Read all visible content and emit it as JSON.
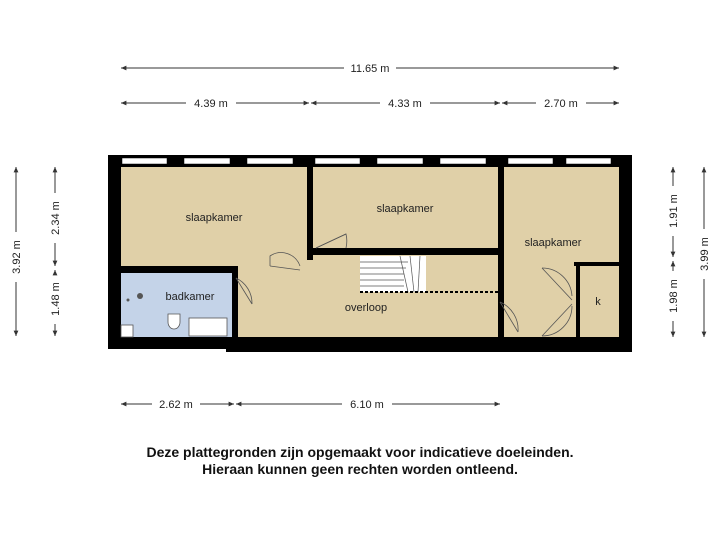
{
  "dimensions": {
    "total_width": "11.65 m",
    "width_1": "4.39 m",
    "width_2": "4.33 m",
    "width_3": "2.70 m",
    "left_total_height": "3.92 m",
    "left_upper_height": "2.34 m",
    "left_lower_height": "1.48 m",
    "right_upper_height": "1.91 m",
    "right_lower_height": "1.98 m",
    "right_total_height": "3.99 m",
    "bottom_width_1": "2.62 m",
    "bottom_width_2": "6.10 m"
  },
  "rooms": {
    "bedroom_1": "slaapkamer",
    "bedroom_2": "slaapkamer",
    "bedroom_3": "slaapkamer",
    "bathroom": "badkamer",
    "landing": "overloop",
    "closet": "k"
  },
  "disclaimer": {
    "line1": "Deze plattegronden zijn opgemaakt voor indicatieve doeleinden.",
    "line2": "Hieraan kunnen geen rechten worden ontleend."
  },
  "colors": {
    "wall": "#000000",
    "floor": "#e0d0a8",
    "bathroom_floor": "#c4d3e8",
    "window": "#ffffff"
  }
}
